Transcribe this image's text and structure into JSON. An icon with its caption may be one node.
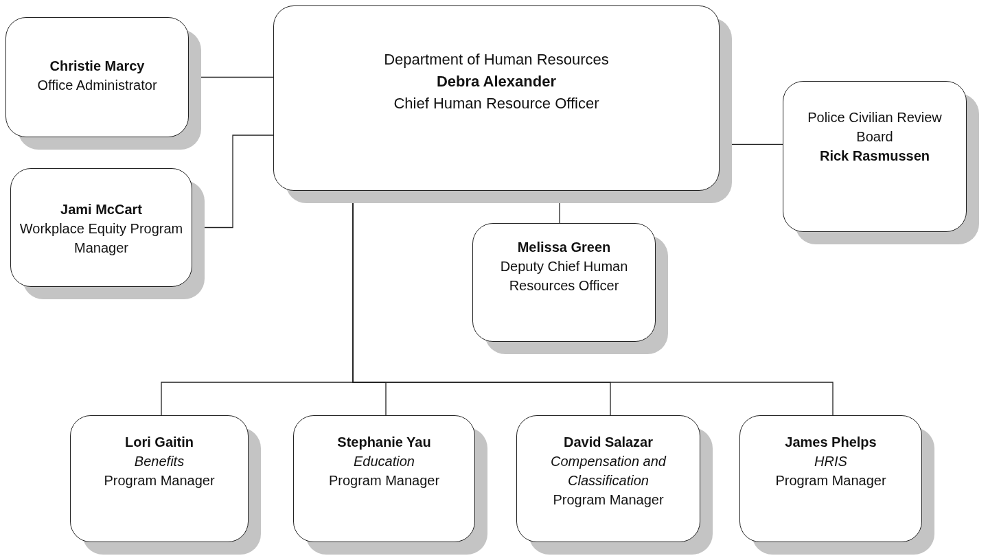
{
  "diagram": {
    "nodes": [
      {
        "text": [
          "Department of Human Resources",
          "Debra Alexander",
          "Chief Human Resource Officer"
        ]
      },
      {
        "text": [
          "Christie Marcy",
          "Office Administrator"
        ]
      },
      {
        "text": [
          "Jami McCart",
          "Workplace Equity Program Manager"
        ]
      },
      {
        "text": [
          "Police Civilian Review Board",
          "Rick Rasmussen"
        ]
      },
      {
        "text": [
          "Melissa Green",
          "Deputy Chief Human Resources Officer"
        ]
      },
      {
        "text": [
          "Lori Gaitin",
          "Benefits",
          "Program Manager"
        ]
      },
      {
        "text": [
          "Stephanie Yau",
          "Education",
          "Program Manager"
        ]
      },
      {
        "text": [
          "David Salazar",
          "Compensation and Classification",
          "Program Manager"
        ]
      },
      {
        "text": [
          "James Phelps",
          "HRIS",
          "Program Manager"
        ]
      }
    ],
    "edges": [
      {
        "from": 0,
        "to": 1,
        "arrow": "none"
      },
      {
        "from": 0,
        "to": 2,
        "arrow": "none"
      },
      {
        "from": 0,
        "to": 3,
        "arrow": "none"
      },
      {
        "from": 0,
        "to": 4,
        "arrow": "none"
      },
      {
        "from": 0,
        "to": 5,
        "arrow": "none"
      },
      {
        "from": 0,
        "to": 6,
        "arrow": "none"
      },
      {
        "from": 0,
        "to": 7,
        "arrow": "none"
      },
      {
        "from": 0,
        "to": 8,
        "arrow": "none"
      }
    ]
  }
}
